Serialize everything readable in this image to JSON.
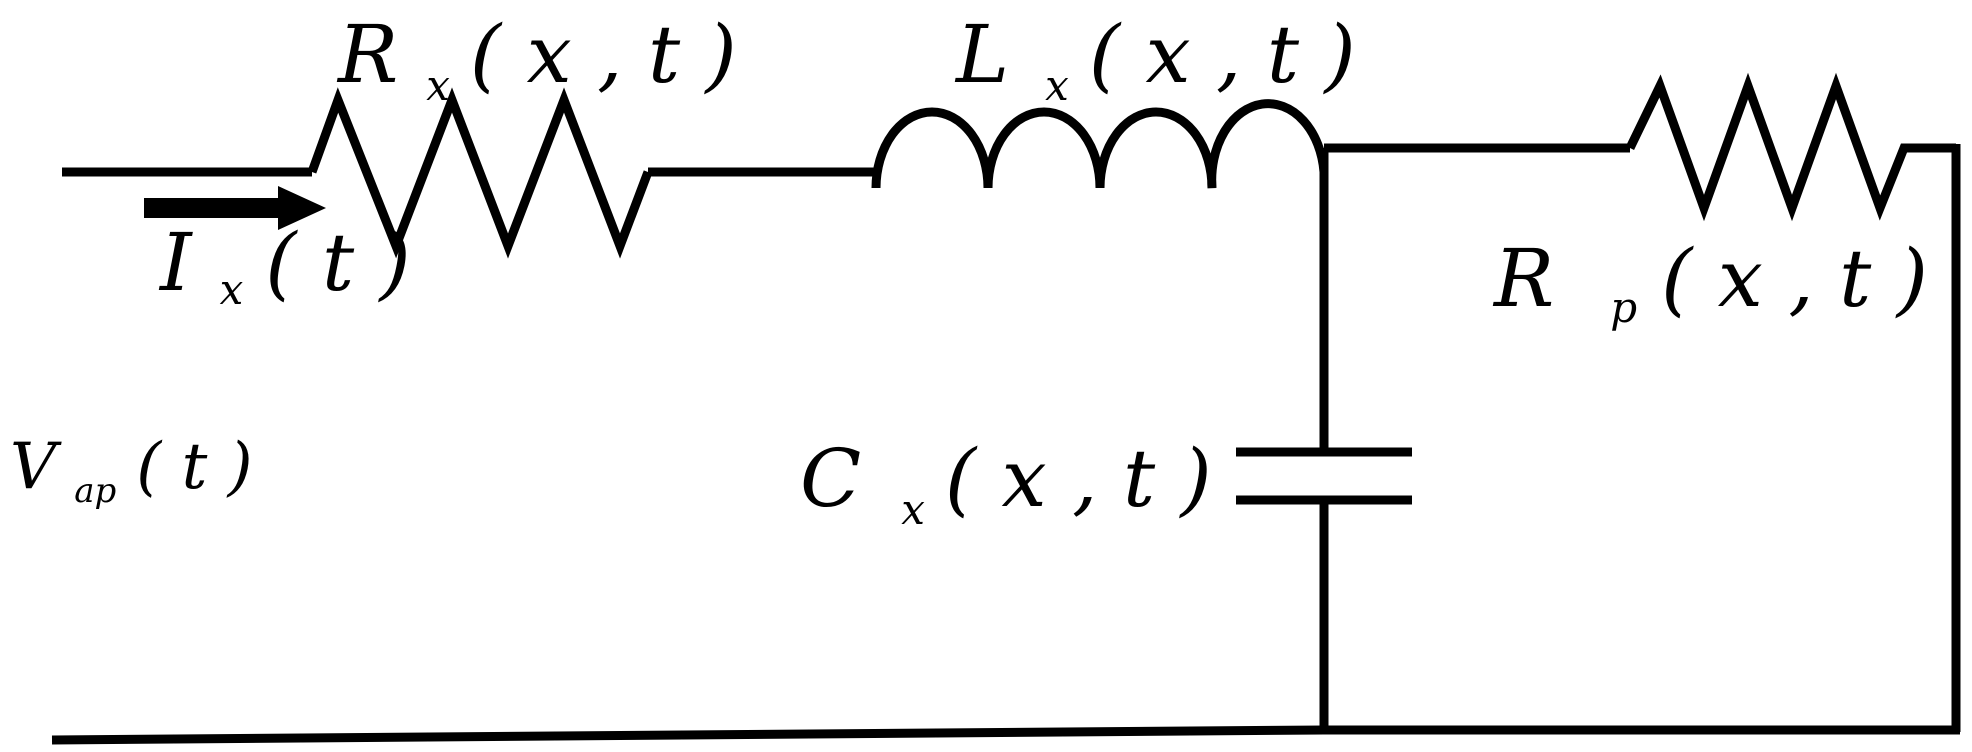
{
  "labels": {
    "rx": {
      "symbol": "R",
      "sub": "x",
      "args": "( x , t )"
    },
    "lx": {
      "symbol": "L",
      "sub": "x",
      "args": "( x , t )"
    },
    "ix": {
      "symbol": "I",
      "sub": "x",
      "args": "( t )"
    },
    "rp": {
      "symbol": "R",
      "sub": "p",
      "args": "( x , t )"
    },
    "vap": {
      "symbol": "V",
      "sub": "ap",
      "args": "( t )"
    },
    "cx": {
      "symbol": "C",
      "sub": "x",
      "args": "( x , t )"
    }
  },
  "colors": {
    "line": "#000000",
    "background": "#ffffff"
  }
}
